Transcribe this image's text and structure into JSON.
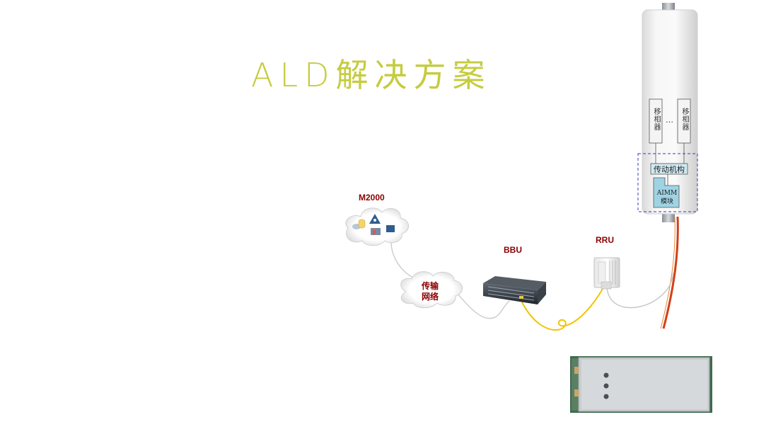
{
  "title": "ALD解决方案",
  "m2000": {
    "label": "M2000"
  },
  "transport": {
    "line1": "传输",
    "line2": "网络"
  },
  "bbu": {
    "label": "BBU"
  },
  "rru": {
    "label": "RRU"
  },
  "antenna": {
    "phase_shifter_left": "移相器",
    "phase_shifter_right": "移相器",
    "ellipsis": "…",
    "mechanism": "传动机构",
    "aimm_line1": "AIMM",
    "aimm_line2": "模块"
  },
  "colors": {
    "title": "#c5cc3e",
    "label": "#8b0000",
    "fiber": "#f2c400",
    "rf_cable": "#d2401a",
    "module_fill": "#9fd3e3",
    "dashed_box": "#3a3ab8"
  }
}
